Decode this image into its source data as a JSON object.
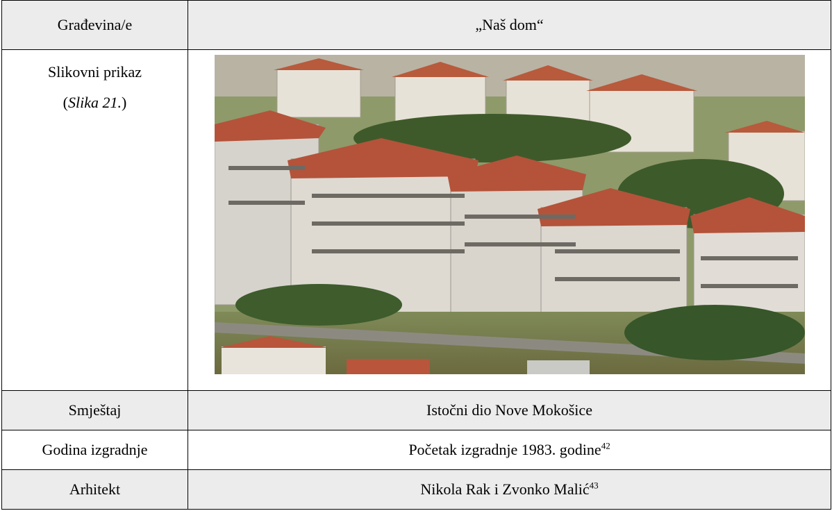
{
  "table": {
    "header": {
      "label": "Građevina/e",
      "value": "„Naš dom“"
    },
    "image_row": {
      "label": "Slikovni prikaz",
      "caption_open": "(",
      "caption_italic": "Slika 21.",
      "caption_close": ")",
      "photo_icon": "apartment-buildings-photo"
    },
    "rows": [
      {
        "label": "Smještaj",
        "value": "Istočni dio Nove Mokošice",
        "footnote": ""
      },
      {
        "label": "Godina izgradnje",
        "value": "Početak izgradnje 1983. godine",
        "footnote": "42"
      },
      {
        "label": "Arhitekt",
        "value": "Nikola Rak i Zvonko Malić",
        "footnote": "43"
      }
    ]
  },
  "colors": {
    "label_shade": "#ececec",
    "border": "#000000"
  }
}
